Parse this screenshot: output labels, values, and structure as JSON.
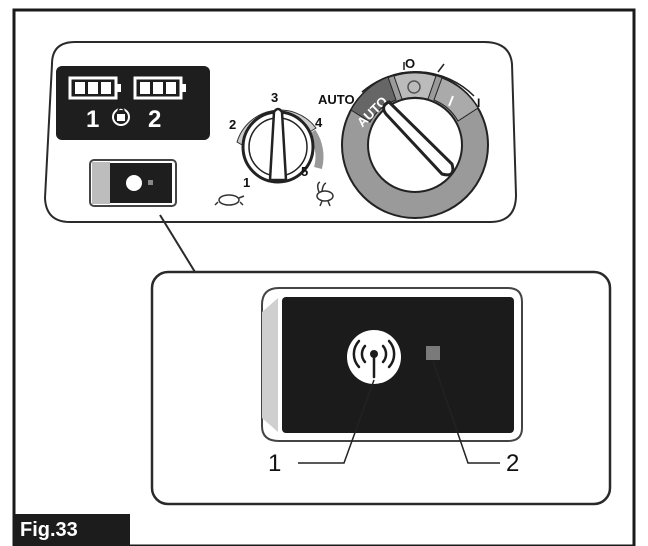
{
  "figure": {
    "label": "Fig.33"
  },
  "battery_indicator": {
    "labels": [
      "1",
      "2"
    ]
  },
  "fan_dial": {
    "positions": [
      "1",
      "2",
      "3",
      "4",
      "5"
    ]
  },
  "mode_dial": {
    "outer_label": "AUTO",
    "auto_segment_label": "AUTO",
    "top_mark": "O",
    "right_mark": "I"
  },
  "callouts": [
    "1",
    "2"
  ]
}
